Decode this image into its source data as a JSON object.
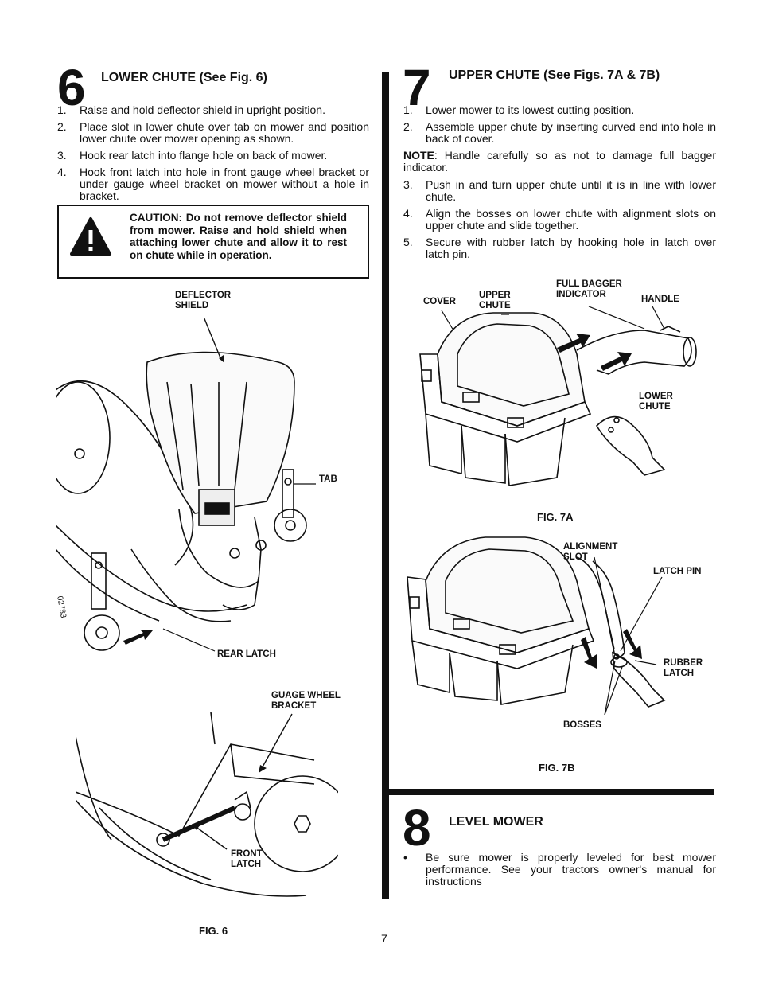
{
  "section6": {
    "number": "6",
    "title": "LOWER CHUTE (See Fig. 6)",
    "steps": [
      {
        "n": "1.",
        "text": "Raise and hold deflector shield in upright position."
      },
      {
        "n": "2.",
        "text": "Place slot in lower chute over tab on mower and position lower chute over mower opening as shown."
      },
      {
        "n": "3.",
        "text": "Hook rear latch into flange hole on back of mower."
      },
      {
        "n": "4.",
        "text": "Hook front latch into hole in front gauge wheel bracket or under gauge wheel bracket on mower without a hole in bracket."
      }
    ],
    "caution": "CAUTION: Do not remove deflector shield from mower. Raise and hold shield when attaching lower chute and allow it to rest on chute while in operation.",
    "caution_icon": "warning-icon",
    "labels": {
      "deflector_shield": [
        "DEFLECTOR",
        "SHIELD"
      ],
      "tab": "TAB",
      "rear_latch": "REAR LATCH",
      "guage_bracket": [
        "GUAGE WHEEL",
        "BRACKET"
      ],
      "front_latch": [
        "FRONT",
        "LATCH"
      ],
      "part_code": "02783"
    },
    "fig": "FIG. 6"
  },
  "section7": {
    "number": "7",
    "title": "UPPER CHUTE  (See Figs. 7A & 7B)",
    "steps_a": [
      {
        "n": "1.",
        "text": "Lower mower to its lowest cutting position."
      },
      {
        "n": "2.",
        "text": "Assemble upper chute by inserting curved end into hole in back of cover."
      }
    ],
    "note_label": "NOTE",
    "note_text": ": Handle carefully so as not to damage full bagger indicator.",
    "steps_b": [
      {
        "n": "3.",
        "text": "Push in and turn upper chute until it is in line with lower chute."
      },
      {
        "n": "4.",
        "text": "Align the bosses on lower chute with alignment slots on upper chute and slide together."
      },
      {
        "n": "5.",
        "text": "Secure with rubber latch by hooking hole in latch over latch pin."
      }
    ],
    "fig7a_labels": {
      "cover": "COVER",
      "upper_chute": [
        "UPPER",
        "CHUTE"
      ],
      "full_bagger": [
        "FULL BAGGER",
        "INDICATOR"
      ],
      "handle": "HANDLE",
      "lower_chute": [
        "LOWER",
        "CHUTE"
      ]
    },
    "fig7a": "FIG. 7A",
    "fig7b_labels": {
      "alignment_slot": [
        "ALIGNMENT",
        "SLOT"
      ],
      "latch_pin": "LATCH PIN",
      "rubber_latch": [
        "RUBBER",
        "LATCH"
      ],
      "bosses": "BOSSES"
    },
    "fig7b": "FIG. 7B"
  },
  "section8": {
    "number": "8",
    "title": "LEVEL MOWER",
    "bullet": "•",
    "text": "Be sure mower is properly leveled for best mower performance.  See your tractors owner's manual for instructions"
  },
  "page_number": "7"
}
